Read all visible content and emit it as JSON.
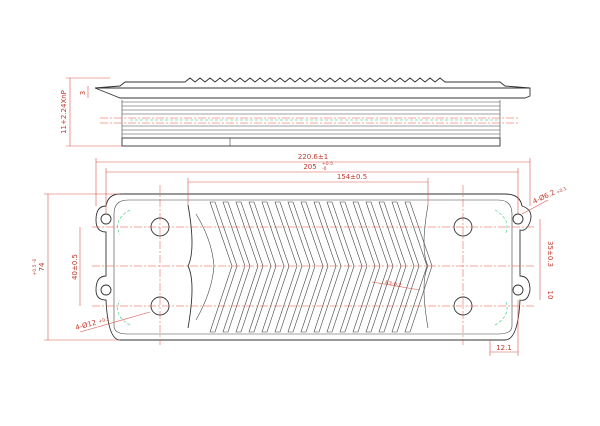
{
  "side_view": {
    "dim_height": "11+2.24XnP",
    "dim_thickness": "3"
  },
  "plate_view": {
    "dim_overall_length": "220.6±1",
    "dim_outer_hole_pitch": "205",
    "dim_outer_hole_pitch_tol_upper": "+0.5",
    "dim_outer_hole_pitch_tol_lower": "-0",
    "dim_inner_length": "154±0.5",
    "dim_overall_height": "74",
    "dim_overall_height_tol": "+0.5 -0",
    "dim_left_hole_spacing": "40±0.5",
    "dim_right_hole_spacing": "35±0.3",
    "dim_right_bottom": "10",
    "dim_bottom_right": "12.1",
    "note_mounting_holes": "4-Ø6.2",
    "note_mounting_holes_tol": "+0.1",
    "note_port_holes": "4-Ø12",
    "note_port_holes_tol": "+0.2",
    "note_small_mark": "R3-0.2"
  },
  "colors": {
    "outline": "#333333",
    "dimension": "#d9534f",
    "hidden": "#2ecc71"
  }
}
